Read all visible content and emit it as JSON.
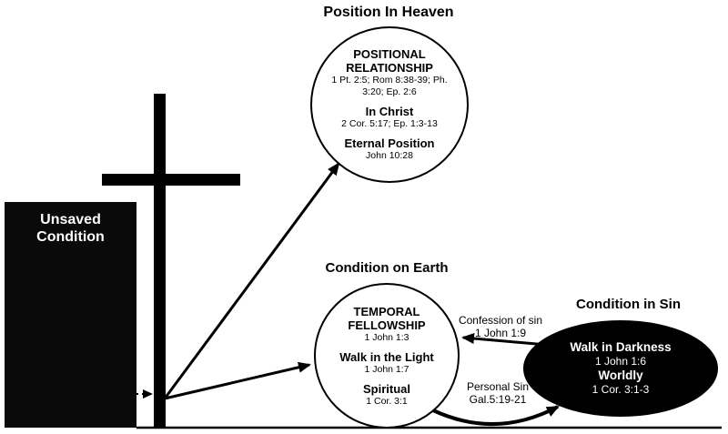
{
  "colors": {
    "foreground": "#000000",
    "background": "#ffffff"
  },
  "unsaved": {
    "label": "Unsaved Condition"
  },
  "heaven": {
    "title": "Position In Heaven",
    "heading": "POSITIONAL RELATIONSHIP",
    "heading_refs": "1 Pt. 2:5; Rom 8:38-39; Ph. 3:20; Ep. 2:6",
    "item1": "In Christ",
    "item1_refs": "2 Cor. 5:17; Ep. 1:3-13",
    "item2": "Eternal Position",
    "item2_refs": "John 10:28"
  },
  "earth": {
    "title": "Condition on Earth",
    "heading": "TEMPORAL FELLOWSHIP",
    "heading_refs": "1 John 1:3",
    "item1": "Walk in the Light",
    "item1_refs": "1 John 1:7",
    "item2": "Spiritual",
    "item2_refs": "1 Cor. 3:1"
  },
  "sin": {
    "title": "Condition in Sin",
    "item1": "Walk in Darkness",
    "item1_refs": "1 John 1:6",
    "item2": "Worldly",
    "item2_refs": "1 Cor. 3:1-3"
  },
  "labels": {
    "confession": "Confession of sin",
    "confession_ref": "1 John 1:9",
    "personal_sin": "Personal Sin",
    "personal_sin_ref": "Gal.5:19-21"
  }
}
